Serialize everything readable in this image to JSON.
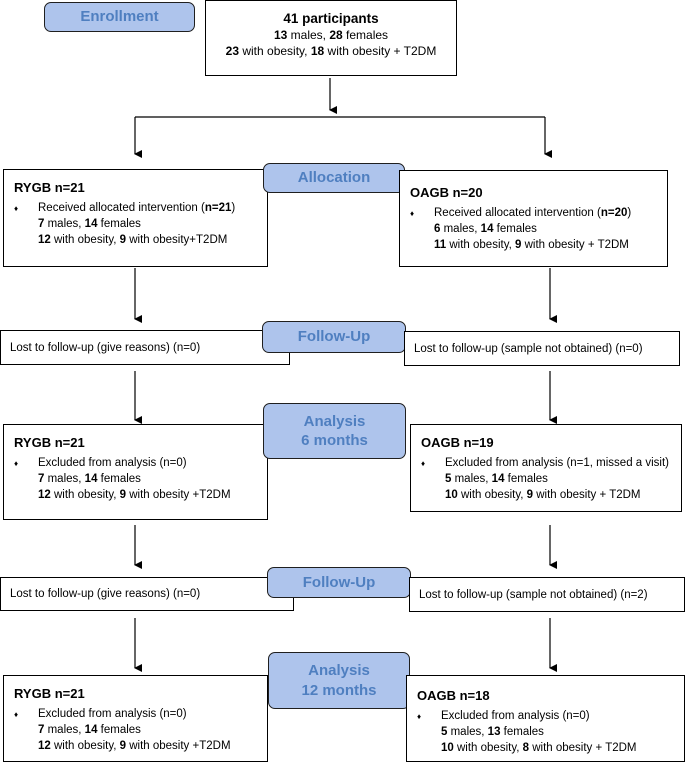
{
  "enrollment": {
    "label": "Enrollment",
    "participants": "41 participants",
    "males_n": "13",
    "males_txt": " males, ",
    "females_n": "28",
    "females_txt": " females",
    "obesity_n": "23",
    "obesity_txt": " with obesity, ",
    "t2dm_n": "18",
    "t2dm_txt": " with obesity + T2DM"
  },
  "stage_labels": {
    "allocation": "Allocation",
    "followup_1": "Follow-Up",
    "analysis_6_l1": "Analysis",
    "analysis_6_l2": "6 months",
    "followup_2": "Follow-Up",
    "analysis_12_l1": "Analysis",
    "analysis_12_l2": "12 months"
  },
  "bullet_symbol": "♦",
  "rygb": {
    "allocation": {
      "title": "RYGB n=21",
      "line1_pre": "Received allocated intervention (",
      "line1_bold": "n=21",
      "line1_post": ")",
      "males_n": "7",
      "males_txt": " males, ",
      "females_n": "14",
      "females_txt": " females",
      "obesity_n": "12",
      "obesity_txt": " with obesity, ",
      "t2dm_n": "9",
      "t2dm_txt": " with obesity+T2DM"
    },
    "followup_1": "Lost to follow-up (give reasons) (n=0)",
    "analysis_6": {
      "title": "RYGB n=21",
      "line1": "Excluded from analysis (n=0)",
      "males_n": "7",
      "males_txt": " males, ",
      "females_n": "14",
      "females_txt": " females",
      "obesity_n": "12",
      "obesity_txt": " with obesity, ",
      "t2dm_n": "9",
      "t2dm_txt": " with obesity +T2DM"
    },
    "followup_2": "Lost to follow-up (give reasons) (n=0)",
    "analysis_12": {
      "title": "RYGB n=21",
      "line1": "Excluded from analysis (n=0)",
      "males_n": "7",
      "males_txt": " males, ",
      "females_n": "14",
      "females_txt": " females",
      "obesity_n": "12",
      "obesity_txt": " with obesity, ",
      "t2dm_n": "9",
      "t2dm_txt": " with obesity +T2DM"
    }
  },
  "oagb": {
    "allocation": {
      "title": "OAGB n=20",
      "line1_pre": "Received allocated intervention (",
      "line1_bold": "n=20",
      "line1_post": ")",
      "males_n": "6",
      "males_txt": " males, ",
      "females_n": "14",
      "females_txt": " females",
      "obesity_n": "11",
      "obesity_txt": " with obesity, ",
      "t2dm_n": "9",
      "t2dm_txt": " with obesity + T2DM"
    },
    "followup_1": "Lost to follow-up (sample not obtained) (n=0)",
    "analysis_6": {
      "title": "OAGB n=19",
      "line1": "Excluded from analysis (n=1, missed a visit)",
      "males_n": "5",
      "males_txt": " males, ",
      "females_n": "14",
      "females_txt": " females",
      "obesity_n": "10",
      "obesity_txt": " with obesity, ",
      "t2dm_n": "9",
      "t2dm_txt": " with obesity + T2DM"
    },
    "followup_2": "Lost to follow-up (sample not obtained) (n=2)",
    "analysis_12": {
      "title": "OAGB n=18",
      "line1": "Excluded from analysis (n=0)",
      "males_n": "5",
      "males_txt": " males, ",
      "females_n": "13",
      "females_txt": " females",
      "obesity_n": "10",
      "obesity_txt": " with obesity, ",
      "t2dm_n": "8",
      "t2dm_txt": " with obesity + T2DM"
    }
  }
}
